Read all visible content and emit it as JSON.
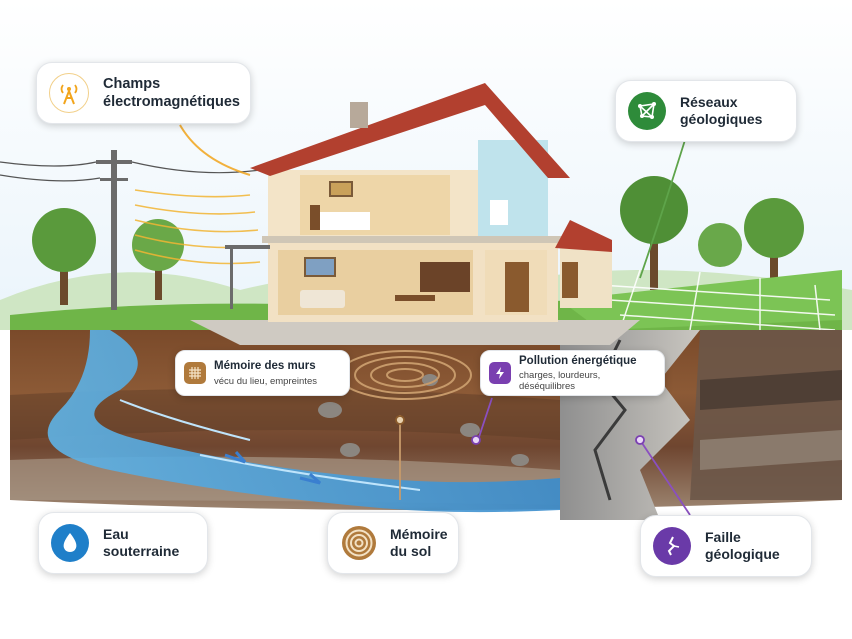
{
  "labels": {
    "emf": "Champs électromagnétiques",
    "geo_networks": "Réseaux géologiques",
    "wall_memory_title": "Mémoire des murs",
    "wall_memory_sub": "vécu du lieu, empreintes",
    "energy_pollution_title": "Pollution énergétique",
    "energy_pollution_sub": "charges, lourdeurs, déséquilibres",
    "groundwater": "Eau souterraine",
    "soil_memory": "Mémoire du sol",
    "geo_fault": "Faille géologique"
  },
  "icons": {
    "emf": "antenna-icon",
    "geo_networks": "network-icon",
    "wall_memory": "wall-grid-icon",
    "energy_pollution": "lightning-icon",
    "groundwater": "water-drop-icon",
    "soil_memory": "rings-icon",
    "geo_fault": "crack-icon"
  },
  "colors": {
    "emf": "#f2a51c",
    "geo_networks": "#2e8b3a",
    "wall_memory": "#b07a3c",
    "energy_pollution": "#7a3fb0",
    "groundwater": "#1f7fc9",
    "soil_memory": "#8a5a2b",
    "geo_fault": "#6a3aa8"
  }
}
